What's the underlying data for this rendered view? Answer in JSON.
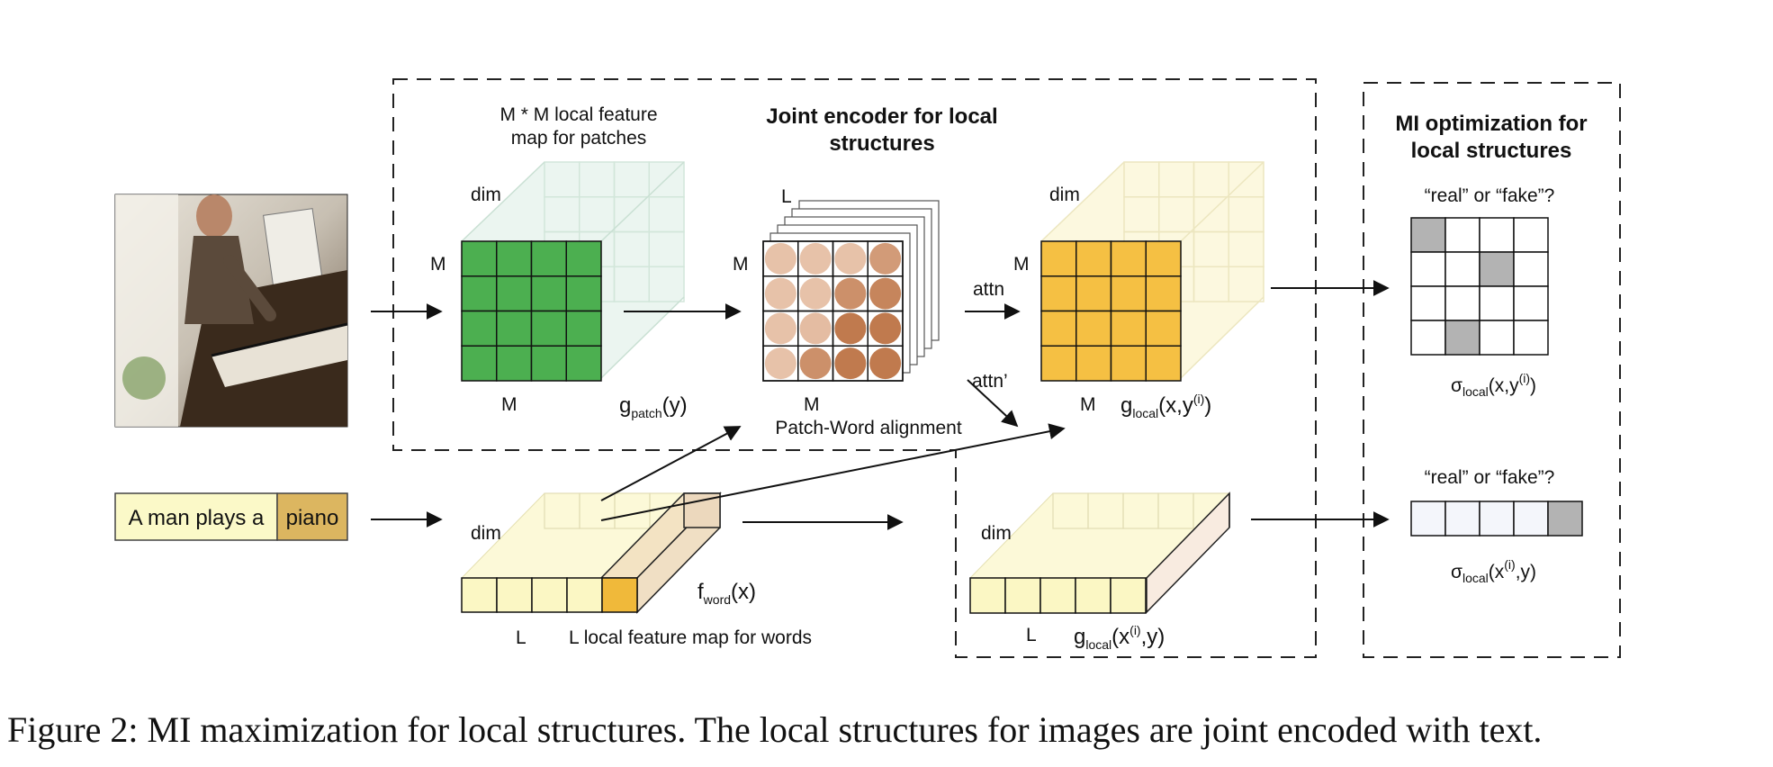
{
  "encoder_title": [
    "Joint encoder for local",
    "structures"
  ],
  "mi_title": [
    "MI optimization for",
    "local structures"
  ],
  "patch_map_desc": [
    "M * M local feature",
    "map for patches"
  ],
  "word_map_desc": "L local feature map for words",
  "text_input": {
    "prefix": "A man plays a",
    "highlight": "piano"
  },
  "photo_alt_icon": "piano-player-photo",
  "cube1": {
    "depth_label": "dim",
    "height_label": "M",
    "width_label": "M",
    "function": {
      "base": "g",
      "sub": "patch",
      "rest": "(y)"
    }
  },
  "stack": {
    "depth_label": "L",
    "height_label": "M",
    "width_label": "M",
    "caption": "Patch-Word alignment"
  },
  "cube3": {
    "depth_label": "dim",
    "height_label": "M",
    "width_label": "M",
    "function": {
      "base": "g",
      "sub": "local",
      "mid": "(x,y",
      "sup": "(i)",
      "rest": ")"
    }
  },
  "word_slab": {
    "depth_label": "dim",
    "length_label": "L",
    "function": {
      "base": "f",
      "sub": "word",
      "rest": "(x)"
    }
  },
  "local_slab": {
    "depth_label": "dim",
    "length_label": "L",
    "function": {
      "base": "g",
      "sub": "local",
      "mid": "(x",
      "sup": "(i)",
      "rest": ",y)"
    }
  },
  "attn_labels": [
    "attn",
    "attn’"
  ],
  "question_top": "“real” or “fake”?",
  "question_bottom": "“real” or “fake”?",
  "sigma_top": {
    "base": "σ",
    "sub": "local",
    "mid": "(x,y",
    "sup": "(i)",
    "rest": ")"
  },
  "sigma_bottom": {
    "base": "σ",
    "sub": "local",
    "mid": "(x",
    "sup": "(i)",
    "rest": ",y)"
  },
  "caption": "Figure 2: MI maximization for local structures. The local structures for images are joint encoded with text.",
  "colors": {
    "green": "#4caf50",
    "green_back": "#dcefe6",
    "orange": "#f5c043",
    "orange_back": "#fcf6d8",
    "yellow": "#fbf7c4",
    "yellow_dark": "#f0b93a",
    "piano_highlight": "#dcb660",
    "text_box": "#fbf9c8",
    "gray_cell": "#b3b3b3"
  },
  "alignment_grid": [
    [
      0.15,
      0.15,
      0.15,
      0.5
    ],
    [
      0.15,
      0.15,
      0.6,
      0.7
    ],
    [
      0.15,
      0.2,
      0.8,
      0.8
    ],
    [
      0.15,
      0.6,
      0.8,
      0.8
    ]
  ],
  "mi_grid_highlights": [
    [
      0,
      0
    ],
    [
      1,
      2
    ],
    [
      3,
      1
    ]
  ],
  "mi_strip_highlight": 4
}
